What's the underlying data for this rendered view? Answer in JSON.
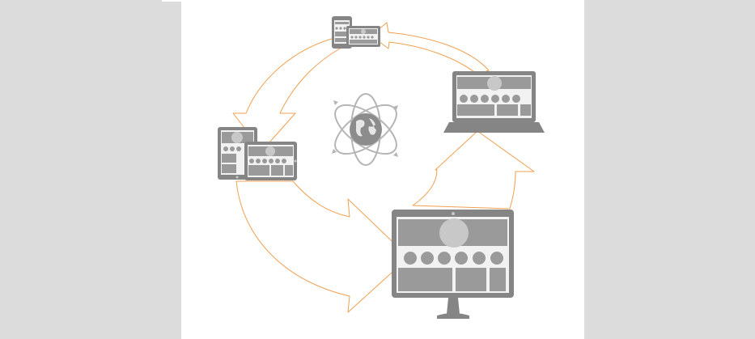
{
  "diagram": {
    "colors": {
      "background": "#dcdcdc",
      "panel": "#ffffff",
      "arrow_stroke": "#f0a050",
      "device_fill": "#858585",
      "device_screen": "#f2f2f2",
      "device_block": "#9a9a9a",
      "globe_fill": "#8c8c8c",
      "orbit_stroke": "#b5b5b5"
    },
    "nodes": [
      {
        "name": "mobile-and-tablet-group",
        "icon": "phone-and-tablet-icon"
      },
      {
        "name": "laptop",
        "icon": "laptop-icon"
      },
      {
        "name": "desktop-monitor",
        "icon": "desktop-monitor-icon"
      },
      {
        "name": "tablet-and-small-tablet",
        "icon": "tablet-pair-icon"
      }
    ],
    "center": {
      "icon": "globe-atom-icon"
    }
  }
}
